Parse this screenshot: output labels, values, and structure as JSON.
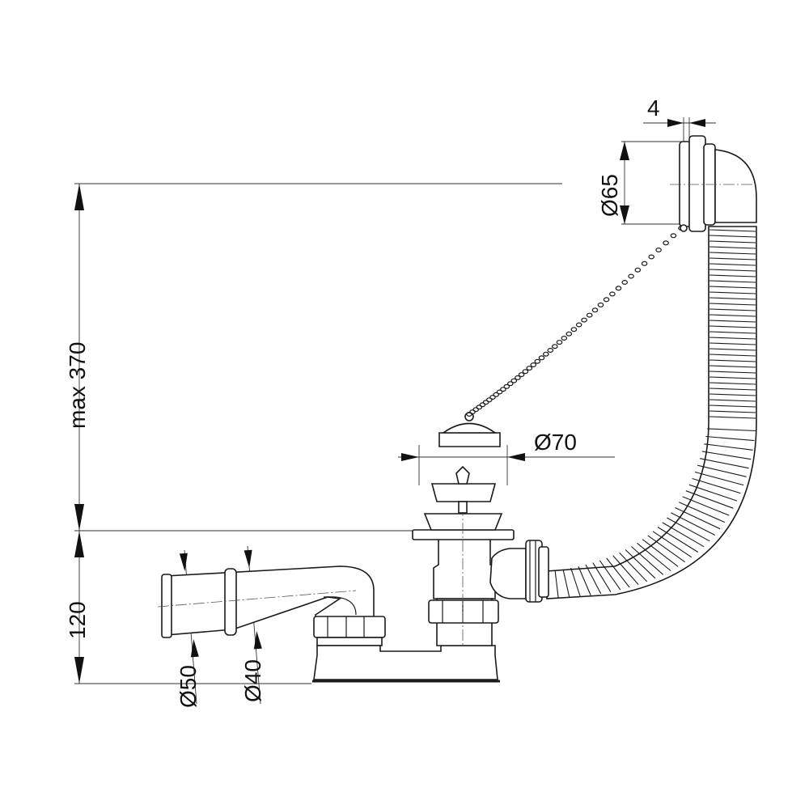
{
  "dimensions": {
    "max_height": "max 370",
    "trap_height": "120",
    "plug_diameter": "Ø70",
    "overflow_diameter": "Ø65",
    "overflow_thickness": "4",
    "outlet_outer": "Ø50",
    "outlet_inner": "Ø40"
  }
}
